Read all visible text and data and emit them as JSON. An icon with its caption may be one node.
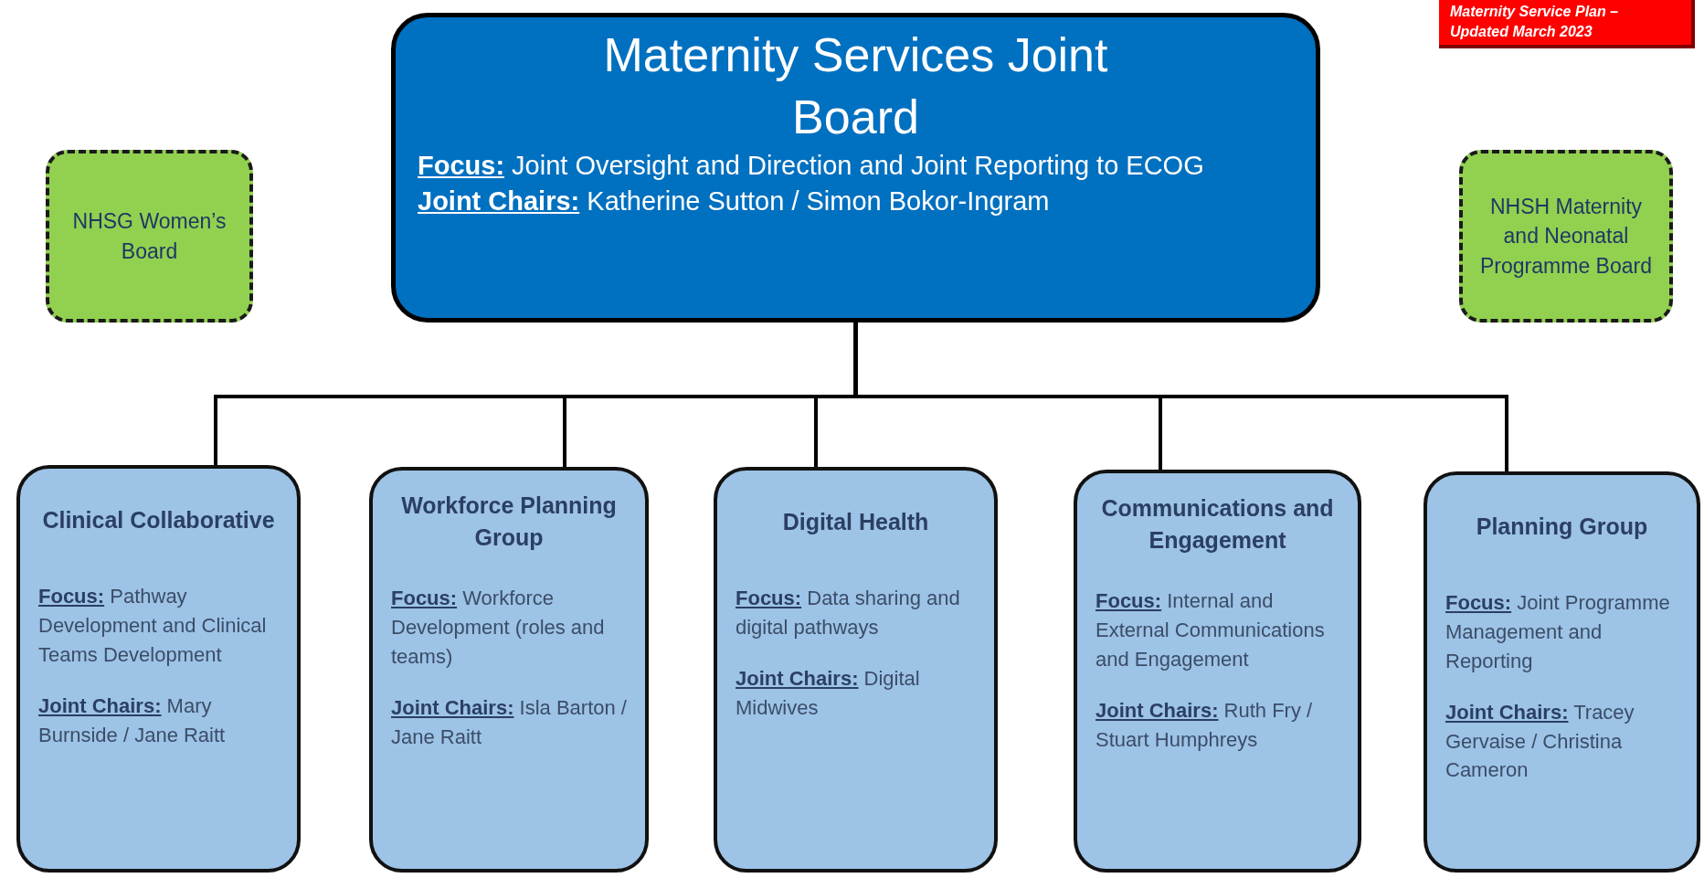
{
  "diagram": {
    "nodes": [
      {
        "text": [
          "NHSG Women’s Board"
        ]
      },
      {
        "text": [
          "Maternity Services Joint Board",
          "**Focus:** Joint Oversight and Direction and Joint Reporting to ECOG",
          "**Joint Chairs:** Katherine Sutton / Simon Bokor-Ingram"
        ]
      },
      {
        "text": [
          "NHSH Maternity and Neonatal Programme Board"
        ]
      },
      {
        "text": [
          "Clinical Collaborative",
          "**Focus:** Pathway Development and Clinical Teams Development",
          "**Joint Chairs:** Mary Burnside / Jane Raitt"
        ]
      },
      {
        "text": [
          "Workforce Planning Group",
          "**Focus:** Workforce Development (roles and teams)",
          "**Joint Chairs:** Isla Barton / Jane Raitt"
        ]
      },
      {
        "text": [
          "Digital Health",
          "**Focus:** Data sharing and digital pathways",
          "**Joint Chairs:** Digital Midwives"
        ]
      },
      {
        "text": [
          "Communications and Engagement",
          "**Focus:** Internal and External Communications and Engagement",
          "**Joint Chairs:** Ruth Fry / Stuart Humphreys"
        ]
      },
      {
        "text": [
          "Planning Group",
          "**Focus:** Joint Programme Management and Reporting",
          "**Joint Chairs:** Tracey Gervaise / Christina Cameron"
        ]
      }
    ],
    "edges": [
      {
        "from": 1,
        "to": 3,
        "arrow": "none"
      },
      {
        "from": 1,
        "to": 4,
        "arrow": "none"
      },
      {
        "from": 1,
        "to": 5,
        "arrow": "none"
      },
      {
        "from": 1,
        "to": 6,
        "arrow": "none"
      },
      {
        "from": 1,
        "to": 7,
        "arrow": "none"
      }
    ],
    "labels": [
      "Maternity Service Plan – Updated March 2023"
    ]
  }
}
